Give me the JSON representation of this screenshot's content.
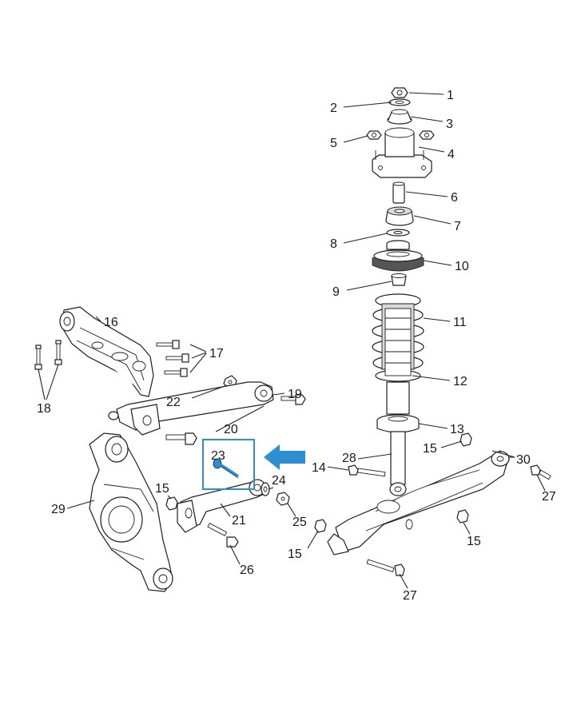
{
  "colors": {
    "highlight": "#2e8fd0",
    "arrow": "#2e8fd0",
    "line": "#1e1e1e"
  },
  "highlighted_part": "23",
  "callouts": [
    "1",
    "2",
    "3",
    "4",
    "5",
    "6",
    "7",
    "8",
    "9",
    "10",
    "11",
    "12",
    "13",
    "14",
    "15",
    "16",
    "17",
    "18",
    "19",
    "20",
    "21",
    "22",
    "23",
    "24",
    "25",
    "26",
    "27",
    "28",
    "29",
    "30"
  ],
  "labels": {
    "c1": "1",
    "c2": "2",
    "c3": "3",
    "c4": "4",
    "c5": "5",
    "c6": "6",
    "c7": "7",
    "c8": "8",
    "c9": "9",
    "c10": "10",
    "c11": "11",
    "c12": "12",
    "c13": "13",
    "c14": "14",
    "c15a": "15",
    "c15b": "15",
    "c15c": "15",
    "c15d": "15",
    "c16": "16",
    "c17": "17",
    "c18": "18",
    "c19": "19",
    "c20": "20",
    "c21": "21",
    "c22": "22",
    "c23": "23",
    "c24": "24",
    "c25": "25",
    "c26": "26",
    "c27a": "27",
    "c27b": "27",
    "c28": "28",
    "c29": "29",
    "c30": "30"
  }
}
